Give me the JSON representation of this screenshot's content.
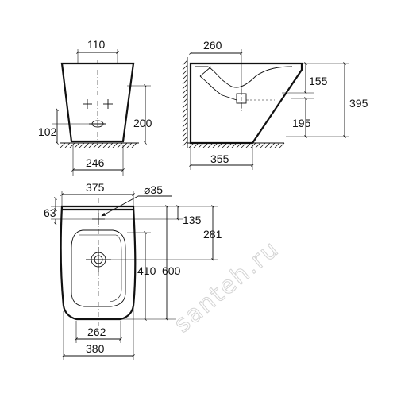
{
  "front_view": {
    "dim_top_width": "110",
    "dim_height": "200",
    "dim_outlet_height": "102",
    "dim_base_width": "246"
  },
  "side_view": {
    "dim_inlet_depth": "260",
    "dim_top_offset": "155",
    "dim_total_height": "395",
    "dim_outlet_height": "195",
    "dim_base_depth": "355"
  },
  "top_view": {
    "dim_rim_width": "375",
    "dim_hole_diameter": "⌀35",
    "dim_rear_offset": "63",
    "dim_hole_to_rear": "135",
    "dim_waste_to_rear": "281",
    "dim_bowl_length": "410",
    "dim_total_length": "600",
    "dim_front_width": "262",
    "dim_overall_width": "380"
  },
  "watermark": "santeh.ru",
  "colors": {
    "line": "#111111",
    "watermark": "#d4d4d4",
    "background": "#ffffff"
  }
}
